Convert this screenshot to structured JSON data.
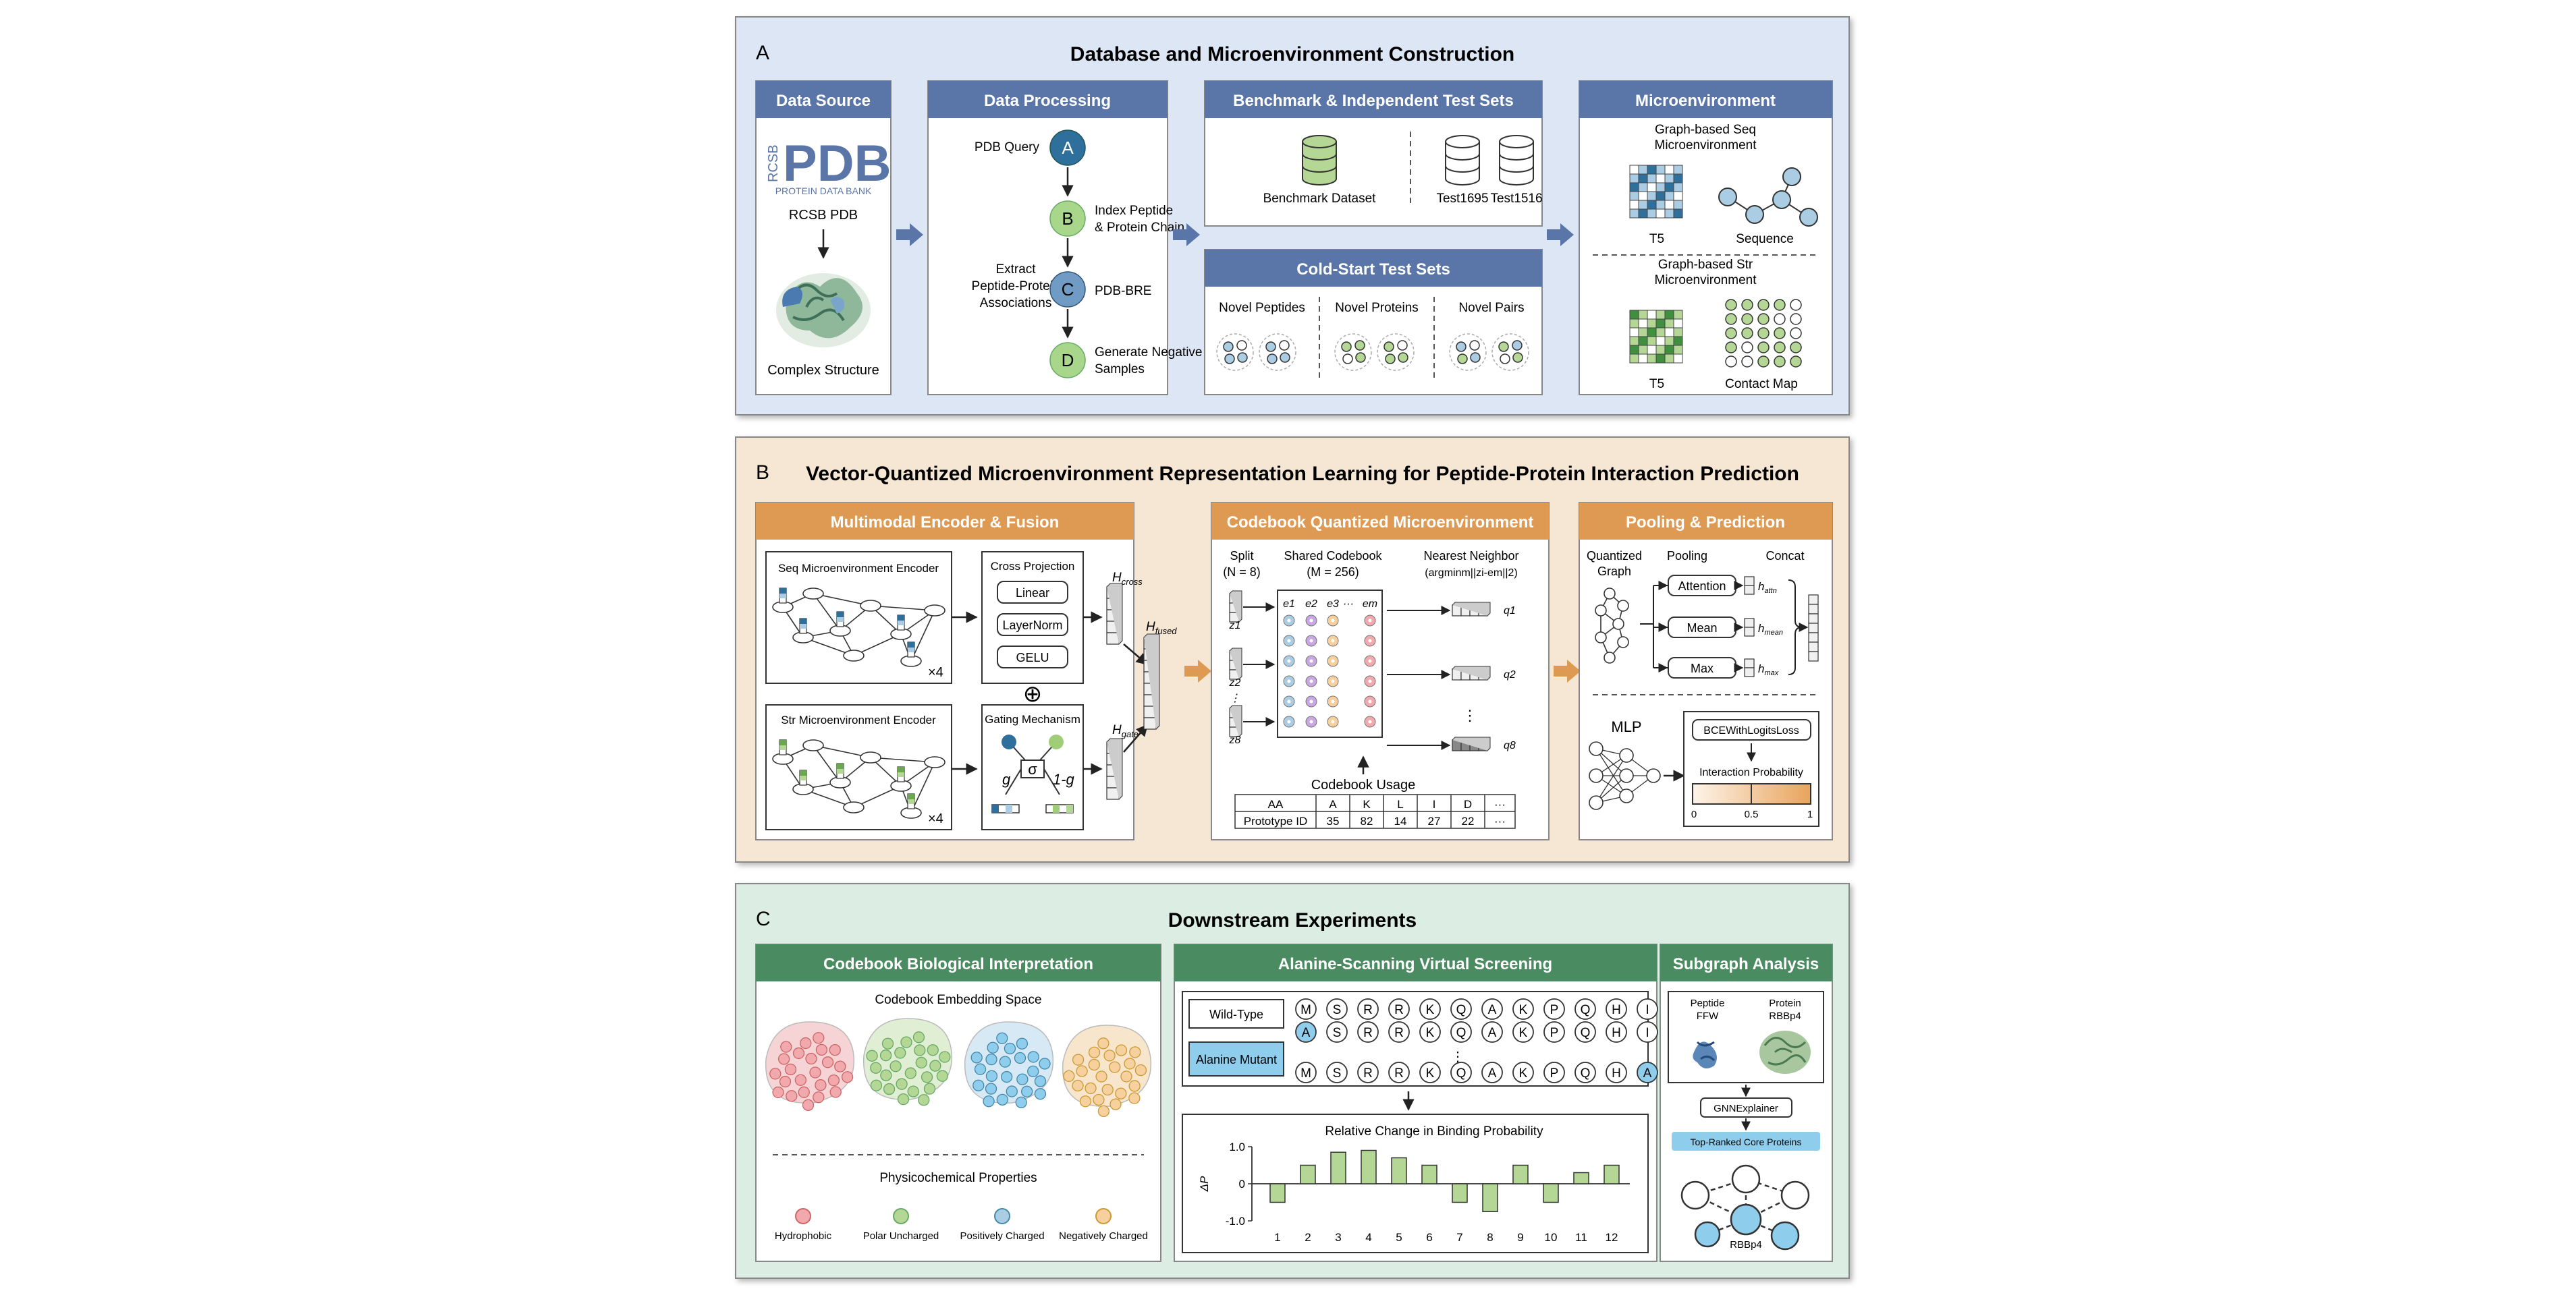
{
  "colors": {
    "panelA_bg": "#dde6f4",
    "panelA_header": "#5a75a8",
    "panelB_bg": "#f6e6d4",
    "panelB_header": "#de9a52",
    "panelC_bg": "#dceee4",
    "panelC_header": "#4a8b61",
    "blue_node": "#aacde4",
    "green_node": "#b5d795",
    "red_node": "#f2a9ad",
    "orange_node": "#f6d09d",
    "mutant_cyan": "#8fcdec"
  },
  "panelA": {
    "letter": "A",
    "title": "Database and Microenvironment Construction",
    "data_source": {
      "header": "Data Source",
      "logo_side_text": "RCSB",
      "logo_text": "PDB",
      "logo_subtext": "PROTEIN DATA BANK",
      "rcsb_label": "RCSB PDB",
      "complex_label": "Complex Structure"
    },
    "data_processing": {
      "header": "Data Processing",
      "pdb_query": "PDB Query",
      "extract_line1": "Extract",
      "extract_line2": "Peptide-Protein",
      "extract_line3": "Associations",
      "steps": [
        {
          "letter": "A",
          "label1": "",
          "label2": ""
        },
        {
          "letter": "B",
          "label1": "Index Peptide",
          "label2": "& Protein Chain"
        },
        {
          "letter": "C",
          "label1": "PDB-BRE",
          "label2": ""
        },
        {
          "letter": "D",
          "label1": "Generate Negative",
          "label2": "Samples"
        }
      ]
    },
    "benchmark": {
      "header": "Benchmark & Independent Test Sets",
      "items": [
        "Benchmark Dataset",
        "Test1695",
        "Test1516"
      ]
    },
    "cold_start": {
      "header": "Cold-Start Test Sets",
      "items": [
        "Novel Peptides",
        "Novel Proteins",
        "Novel Pairs"
      ]
    },
    "microenvironment": {
      "header": "Microenvironment",
      "seq_title1": "Graph-based Seq",
      "seq_title2": "Microenvironment",
      "t5": "T5",
      "sequence": "Sequence",
      "str_title1": "Graph-based Str",
      "str_title2": "Microenvironment",
      "contact_map": "Contact Map"
    }
  },
  "panelB": {
    "letter": "B",
    "title": "Vector-Quantized Microenvironment Representation Learning for Peptide-Protein Interaction Prediction",
    "encoder": {
      "header": "Multimodal Encoder & Fusion",
      "seq_encoder": "Seq Microenvironment Encoder",
      "str_encoder": "Str Microenvironment Encoder",
      "times4": "×4",
      "cross_projection": "Cross Projection",
      "linear": "Linear",
      "layernorm": "LayerNorm",
      "gelu": "GELU",
      "plus": "⊕",
      "gating": "Gating Mechanism",
      "sigma": "σ",
      "g": "g",
      "one_minus_g": "1-g",
      "h_cross": "H",
      "h_cross_sub": "cross",
      "h_fused": "H",
      "h_fused_sub": "fused",
      "h_gate": "H",
      "h_gate_sub": "gate"
    },
    "codebook": {
      "header": "Codebook Quantized Microenvironment",
      "split": "Split",
      "split_n": "(N = 8)",
      "shared": "Shared Codebook",
      "shared_m": "(M = 256)",
      "nearest": "Nearest Neighbor",
      "nearest_formula": "(argminm||zi-em||2)",
      "e_labels": [
        "e1",
        "e2",
        "e3",
        "···",
        "em"
      ],
      "z_labels": [
        "z1",
        "z2",
        "⋮",
        "z8"
      ],
      "q_labels": [
        "q1",
        "q2",
        "⋮",
        "q8"
      ],
      "usage": "Codebook Usage",
      "table_headers": [
        "AA",
        "A",
        "K",
        "L",
        "I",
        "D",
        "···"
      ],
      "table_row": [
        "Prototype ID",
        "35",
        "82",
        "14",
        "27",
        "22",
        "···"
      ]
    },
    "pooling": {
      "header": "Pooling & Prediction",
      "quantized1": "Quantized",
      "quantized2": "Graph",
      "pooling": "Pooling",
      "concat": "Concat",
      "ops": [
        "Attention",
        "Mean",
        "Max"
      ],
      "h_labels": [
        "attn",
        "mean",
        "max"
      ],
      "mlp": "MLP",
      "loss": "BCEWithLogitsLoss",
      "interaction": "Interaction Probability",
      "scale": [
        "0",
        "0.5",
        "1"
      ]
    }
  },
  "panelC": {
    "letter": "C",
    "title": "Downstream Experiments",
    "codebook_interp": {
      "header": "Codebook Biological Interpretation",
      "embedding_title": "Codebook Embedding Space",
      "physchem_title": "Physicochemical Properties",
      "legend": [
        "Hydrophobic",
        "Polar Uncharged",
        "Positively Charged",
        "Negatively Charged"
      ]
    },
    "alanine": {
      "header": "Alanine-Scanning Virtual Screening",
      "wild_type": "Wild-Type",
      "mutant": "Alanine Mutant",
      "row1": [
        "M",
        "S",
        "R",
        "R",
        "K",
        "Q",
        "A",
        "K",
        "P",
        "Q",
        "H",
        "I"
      ],
      "row2": [
        "A",
        "S",
        "R",
        "R",
        "K",
        "Q",
        "A",
        "K",
        "P",
        "Q",
        "H",
        "I"
      ],
      "row3": [
        "M",
        "S",
        "R",
        "R",
        "K",
        "Q",
        "A",
        "K",
        "P",
        "Q",
        "H",
        "A"
      ],
      "dots": "⋮"
    },
    "subgraph": {
      "header": "Subgraph Analysis",
      "peptide1": "Peptide",
      "peptide2": "FFW",
      "protein1": "Protein",
      "protein2": "RBBp4",
      "gnnexplainer": "GNNExplainer",
      "top_ranked": "Top-Ranked Core Proteins",
      "rbbp4": "RBBp4"
    }
  },
  "chart_data": {
    "type": "bar",
    "title": "Relative Change in Binding Probability",
    "ylabel": "ΔP",
    "xlabel": "",
    "categories": [
      "1",
      "2",
      "3",
      "4",
      "5",
      "6",
      "7",
      "8",
      "9",
      "10",
      "11",
      "12"
    ],
    "values": [
      -0.5,
      0.5,
      0.85,
      0.9,
      0.7,
      0.5,
      -0.5,
      -0.75,
      0.5,
      -0.5,
      0.3,
      0.5
    ],
    "ylim": [
      -1.0,
      1.0
    ],
    "yticks": [
      "1.0",
      "0",
      "-1.0"
    ],
    "grid": false,
    "bar_color": "#b5d795"
  }
}
